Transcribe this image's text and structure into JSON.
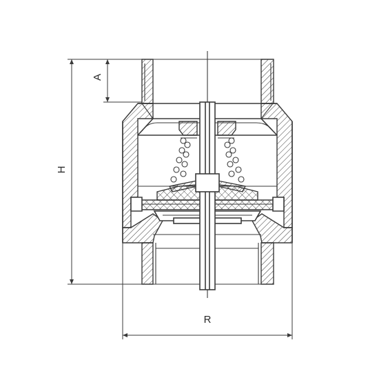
{
  "labels": {
    "dim_a": "A",
    "dim_h": "H",
    "dim_r": "R"
  },
  "colors": {
    "line": "#3a3a3a",
    "background": "#ffffff"
  }
}
